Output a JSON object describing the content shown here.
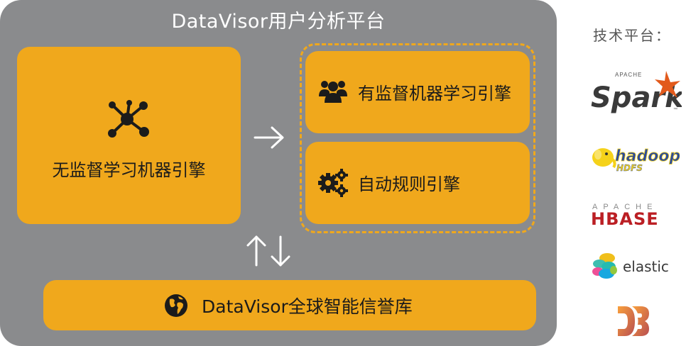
{
  "platform": {
    "title": "DataVisor用户分析平台"
  },
  "engines": {
    "unsupervised": "无监督学习机器引擎",
    "supervised": "有监督机器学习引擎",
    "rules": "自动规则引擎"
  },
  "database": {
    "label": "DataVisor全球智能信誉库"
  },
  "tech_platform": {
    "title": "技术平台：",
    "logos": [
      {
        "name": "Apache Spark",
        "small": "APACHE",
        "big": "Spark",
        "tm": "™"
      },
      {
        "name": "Hadoop HDFS",
        "main": "hadoop",
        "sub": "HDFS"
      },
      {
        "name": "Apache HBase",
        "small": "APACHE",
        "big": "HBASE"
      },
      {
        "name": "elastic",
        "text": "elastic"
      },
      {
        "name": "D3",
        "text": "D3"
      }
    ]
  },
  "colors": {
    "platform_bg": "#8a8b8d",
    "engine_orange": "#f0a81c",
    "icon_dark": "#1b1b1b"
  }
}
